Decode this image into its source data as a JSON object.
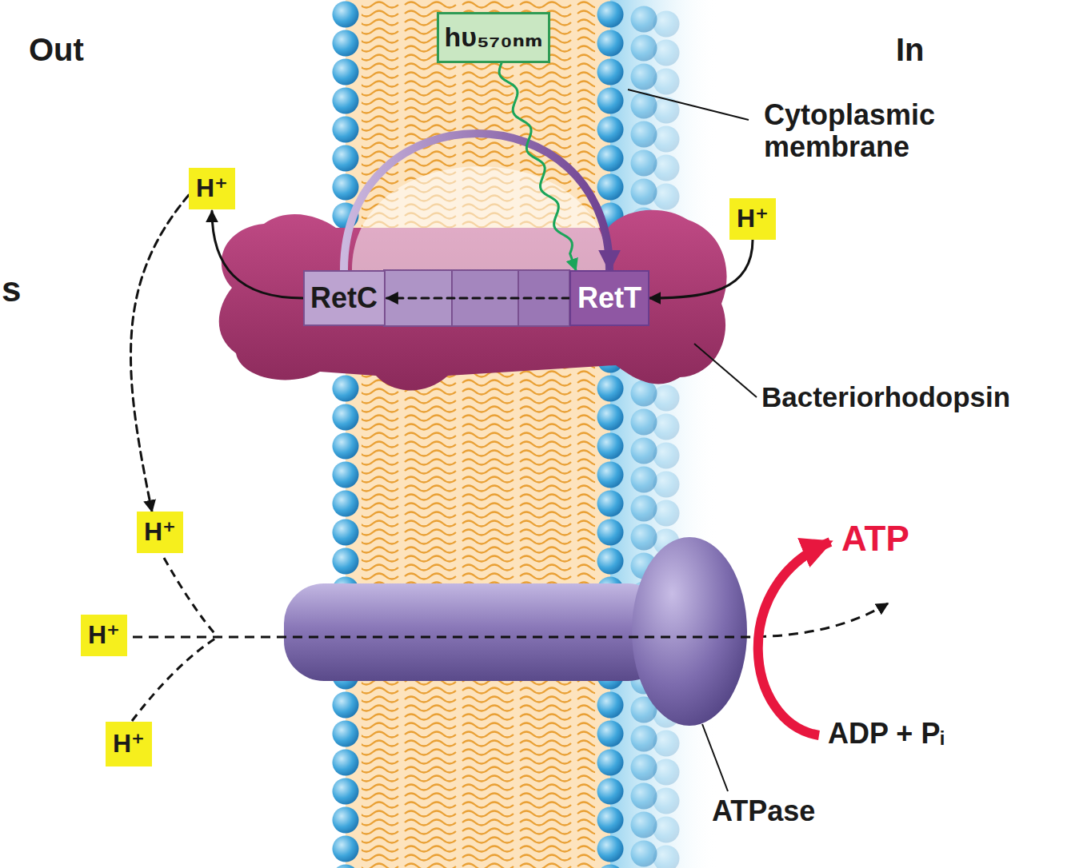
{
  "diagram": {
    "nodes": [
      {
        "text": [
          "hυ₅₇₀ₙₘ"
        ]
      },
      {
        "text": [
          "H⁺"
        ]
      },
      {
        "text": [
          "H⁺"
        ]
      },
      {
        "text": [
          "RetC"
        ]
      },
      {
        "text": [
          "RetT"
        ]
      },
      {
        "text": [
          "H⁺"
        ]
      },
      {
        "text": [
          "H⁺"
        ]
      },
      {
        "text": [
          "H⁺"
        ]
      }
    ],
    "edges": [
      {
        "from": 3,
        "to": 1,
        "arrow": "to"
      },
      {
        "from": 2,
        "to": 4,
        "arrow": "to"
      },
      {
        "from": 4,
        "to": 3,
        "arrow": "to"
      },
      {
        "from": 3,
        "to": 4,
        "arrow": "to"
      },
      {
        "from": 0,
        "to": 4,
        "arrow": "to"
      },
      {
        "from": 1,
        "to": 5,
        "arrow": "to"
      }
    ],
    "labels": [
      "Out",
      "In",
      "Cytoplasmic membrane",
      "Bacteriorhodopsin",
      "ATP",
      "ADP + Pᵢ",
      "ATPase",
      "s"
    ]
  }
}
